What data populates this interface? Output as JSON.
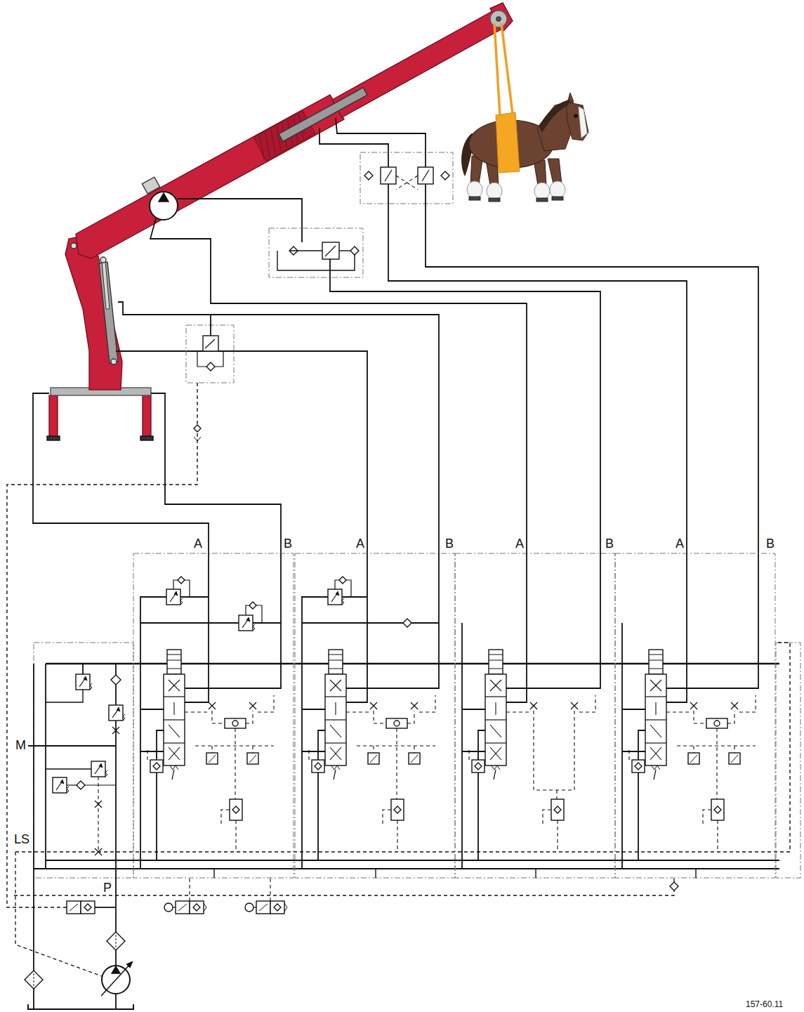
{
  "diagram": {
    "labels": [
      "A",
      "B",
      "A",
      "B",
      "A",
      "B",
      "A",
      "B",
      "M",
      "LS",
      "P",
      "157-60.11"
    ]
  }
}
